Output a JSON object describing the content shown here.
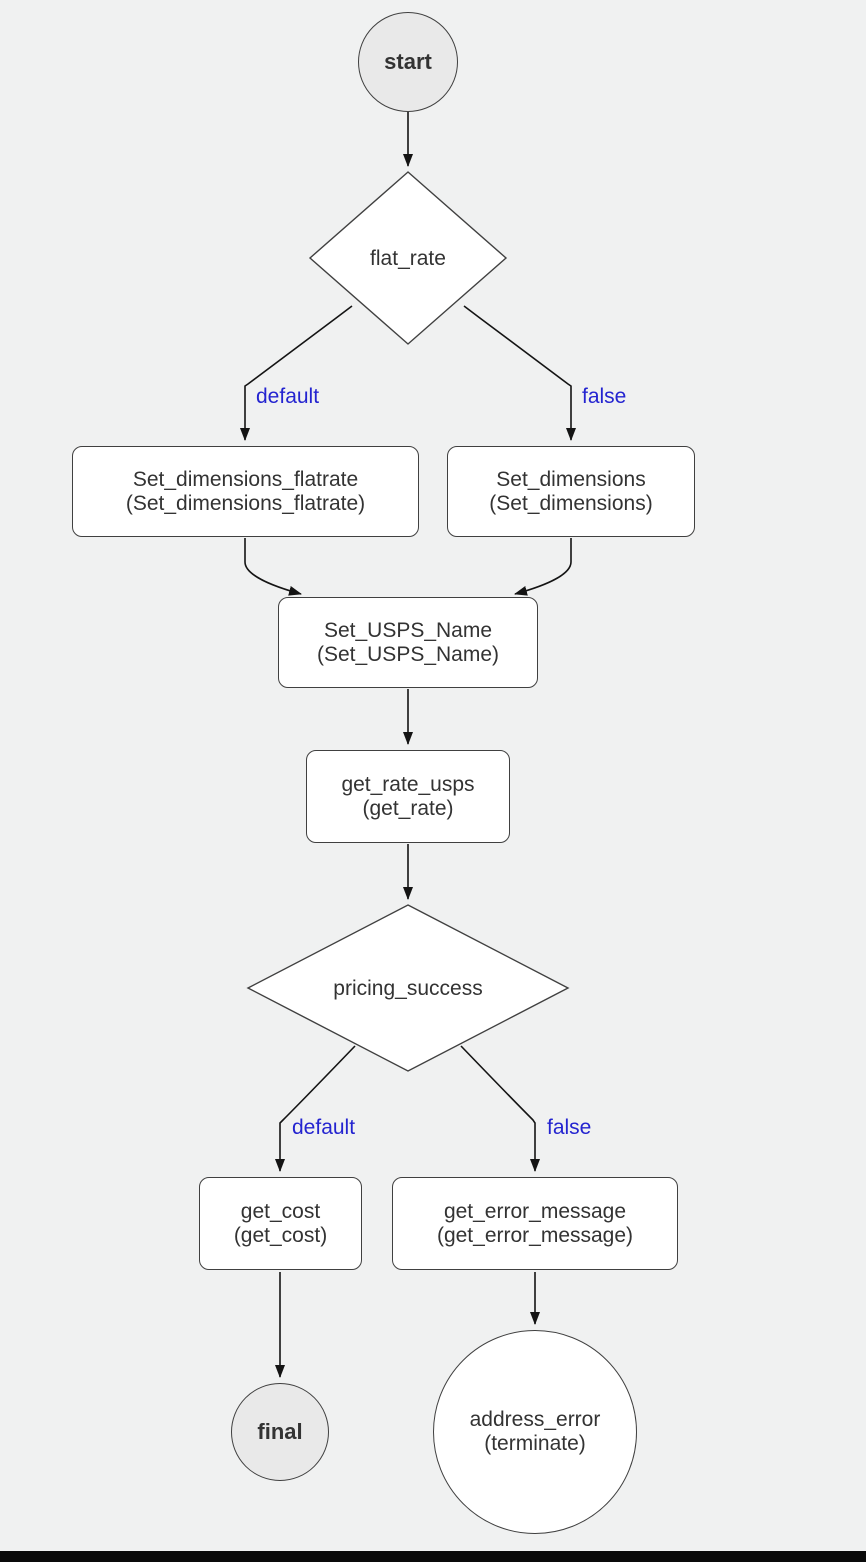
{
  "diagram": {
    "type": "flowchart",
    "nodes": {
      "start": {
        "label": "start",
        "shape": "circle",
        "fill": "#e9e9e9"
      },
      "flat_rate": {
        "label": "flat_rate",
        "shape": "diamond",
        "fill": "#ffffff"
      },
      "set_dimensions_flatrate": {
        "line1": "Set_dimensions_flatrate",
        "line2": "(Set_dimensions_flatrate)",
        "shape": "rounded-box"
      },
      "set_dimensions": {
        "line1": "Set_dimensions",
        "line2": "(Set_dimensions)",
        "shape": "rounded-box"
      },
      "set_usps_name": {
        "line1": "Set_USPS_Name",
        "line2": "(Set_USPS_Name)",
        "shape": "rounded-box"
      },
      "get_rate_usps": {
        "line1": "get_rate_usps",
        "line2": "(get_rate)",
        "shape": "rounded-box"
      },
      "pricing_success": {
        "label": "pricing_success",
        "shape": "diamond",
        "fill": "#ffffff"
      },
      "get_cost": {
        "line1": "get_cost",
        "line2": "(get_cost)",
        "shape": "rounded-box"
      },
      "get_error_message": {
        "line1": "get_error_message",
        "line2": "(get_error_message)",
        "shape": "rounded-box"
      },
      "final": {
        "label": "final",
        "shape": "circle",
        "fill": "#e9e9e9"
      },
      "address_error": {
        "line1": "address_error",
        "line2": "(terminate)",
        "shape": "big-circle",
        "fill": "#ffffff"
      }
    },
    "edges": [
      {
        "from": "start",
        "to": "flat_rate",
        "label": ""
      },
      {
        "from": "flat_rate",
        "to": "set_dimensions_flatrate",
        "label": "default"
      },
      {
        "from": "flat_rate",
        "to": "set_dimensions",
        "label": "false"
      },
      {
        "from": "set_dimensions_flatrate",
        "to": "set_usps_name",
        "label": ""
      },
      {
        "from": "set_dimensions",
        "to": "set_usps_name",
        "label": ""
      },
      {
        "from": "set_usps_name",
        "to": "get_rate_usps",
        "label": ""
      },
      {
        "from": "get_rate_usps",
        "to": "pricing_success",
        "label": ""
      },
      {
        "from": "pricing_success",
        "to": "get_cost",
        "label": "default"
      },
      {
        "from": "pricing_success",
        "to": "get_error_message",
        "label": "false"
      },
      {
        "from": "get_cost",
        "to": "final",
        "label": ""
      },
      {
        "from": "get_error_message",
        "to": "address_error",
        "label": ""
      }
    ],
    "edge_labels": {
      "flat_rate_default": "default",
      "flat_rate_false": "false",
      "pricing_default": "default",
      "pricing_false": "false"
    },
    "colors": {
      "background": "#f0f1f1",
      "node_fill": "#ffffff",
      "terminal_fill": "#e9e9e9",
      "node_border": "#404040",
      "edge": "#141414",
      "edge_label": "#2424d0",
      "text": "#333333",
      "bottom_bar": "#0a0a0a"
    }
  }
}
